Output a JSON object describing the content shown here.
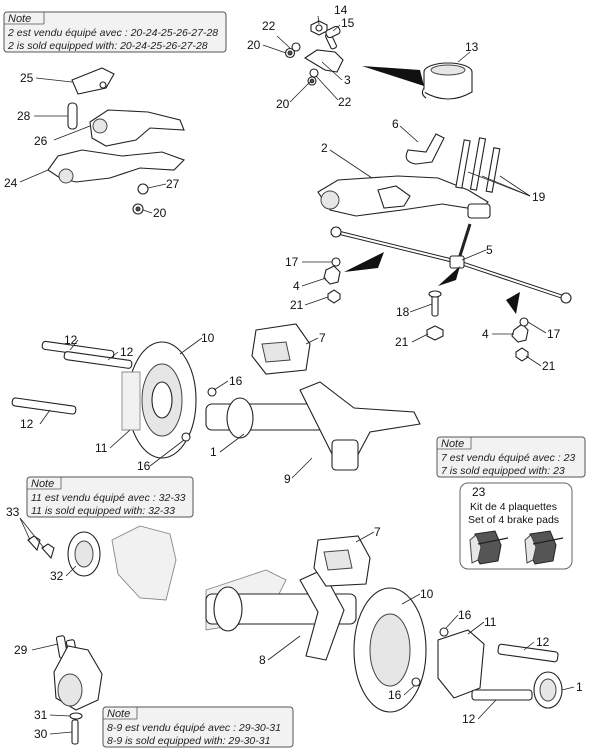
{
  "notes": {
    "top": {
      "title": "Note",
      "lines": [
        "2 est vendu équipé avec : 20-24-25-26-27-28",
        "2 is sold equipped with: 20-24-25-26-27-28"
      ]
    },
    "right": {
      "title": "Note",
      "lines": [
        "7 est vendu équipé avec : 23",
        "7 is sold equipped with: 23"
      ]
    },
    "left": {
      "title": "Note",
      "lines": [
        "11 est vendu équipé avec : 32-33",
        "11 is sold equipped with: 32-33"
      ]
    },
    "bottom": {
      "title": "Note",
      "lines": [
        "8-9 est vendu équipé avec : 29-30-31",
        "8-9 is sold equipped with: 29-30-31"
      ]
    }
  },
  "kit": {
    "number": "23",
    "line_fr": "Kit de 4 plaquettes",
    "line_en": "Set of 4 brake pads"
  },
  "callouts": [
    {
      "id": "c14",
      "text": "14"
    },
    {
      "id": "c22a",
      "text": "22"
    },
    {
      "id": "c15",
      "text": "15"
    },
    {
      "id": "c20a",
      "text": "20"
    },
    {
      "id": "c13",
      "text": "13"
    },
    {
      "id": "c3",
      "text": "3"
    },
    {
      "id": "c25",
      "text": "25"
    },
    {
      "id": "c20b",
      "text": "20"
    },
    {
      "id": "c22b",
      "text": "22"
    },
    {
      "id": "c28",
      "text": "28"
    },
    {
      "id": "c6",
      "text": "6"
    },
    {
      "id": "c26",
      "text": "26"
    },
    {
      "id": "c2",
      "text": "2"
    },
    {
      "id": "c24",
      "text": "24"
    },
    {
      "id": "c27",
      "text": "27"
    },
    {
      "id": "c19",
      "text": "19"
    },
    {
      "id": "c20c",
      "text": "20"
    },
    {
      "id": "c5",
      "text": "5"
    },
    {
      "id": "c17a",
      "text": "17"
    },
    {
      "id": "c4a",
      "text": "4"
    },
    {
      "id": "c21a",
      "text": "21"
    },
    {
      "id": "c18",
      "text": "18"
    },
    {
      "id": "c4b",
      "text": "4"
    },
    {
      "id": "c17b",
      "text": "17"
    },
    {
      "id": "c21b",
      "text": "21"
    },
    {
      "id": "c21c",
      "text": "21"
    },
    {
      "id": "c12a",
      "text": "12"
    },
    {
      "id": "c10a",
      "text": "10"
    },
    {
      "id": "c7a",
      "text": "7"
    },
    {
      "id": "c12b",
      "text": "12"
    },
    {
      "id": "c16a",
      "text": "16"
    },
    {
      "id": "c12c",
      "text": "12"
    },
    {
      "id": "c11a",
      "text": "11"
    },
    {
      "id": "c1a",
      "text": "1"
    },
    {
      "id": "c16b",
      "text": "16"
    },
    {
      "id": "c9",
      "text": "9"
    },
    {
      "id": "c33",
      "text": "33"
    },
    {
      "id": "c32",
      "text": "32"
    },
    {
      "id": "c7b",
      "text": "7"
    },
    {
      "id": "c10b",
      "text": "10"
    },
    {
      "id": "c29",
      "text": "29"
    },
    {
      "id": "c16c",
      "text": "16"
    },
    {
      "id": "c11b",
      "text": "11"
    },
    {
      "id": "c12d",
      "text": "12"
    },
    {
      "id": "c8",
      "text": "8"
    },
    {
      "id": "c1b",
      "text": "1"
    },
    {
      "id": "c16d",
      "text": "16"
    },
    {
      "id": "c31",
      "text": "31"
    },
    {
      "id": "c12e",
      "text": "12"
    },
    {
      "id": "c30",
      "text": "30"
    }
  ]
}
